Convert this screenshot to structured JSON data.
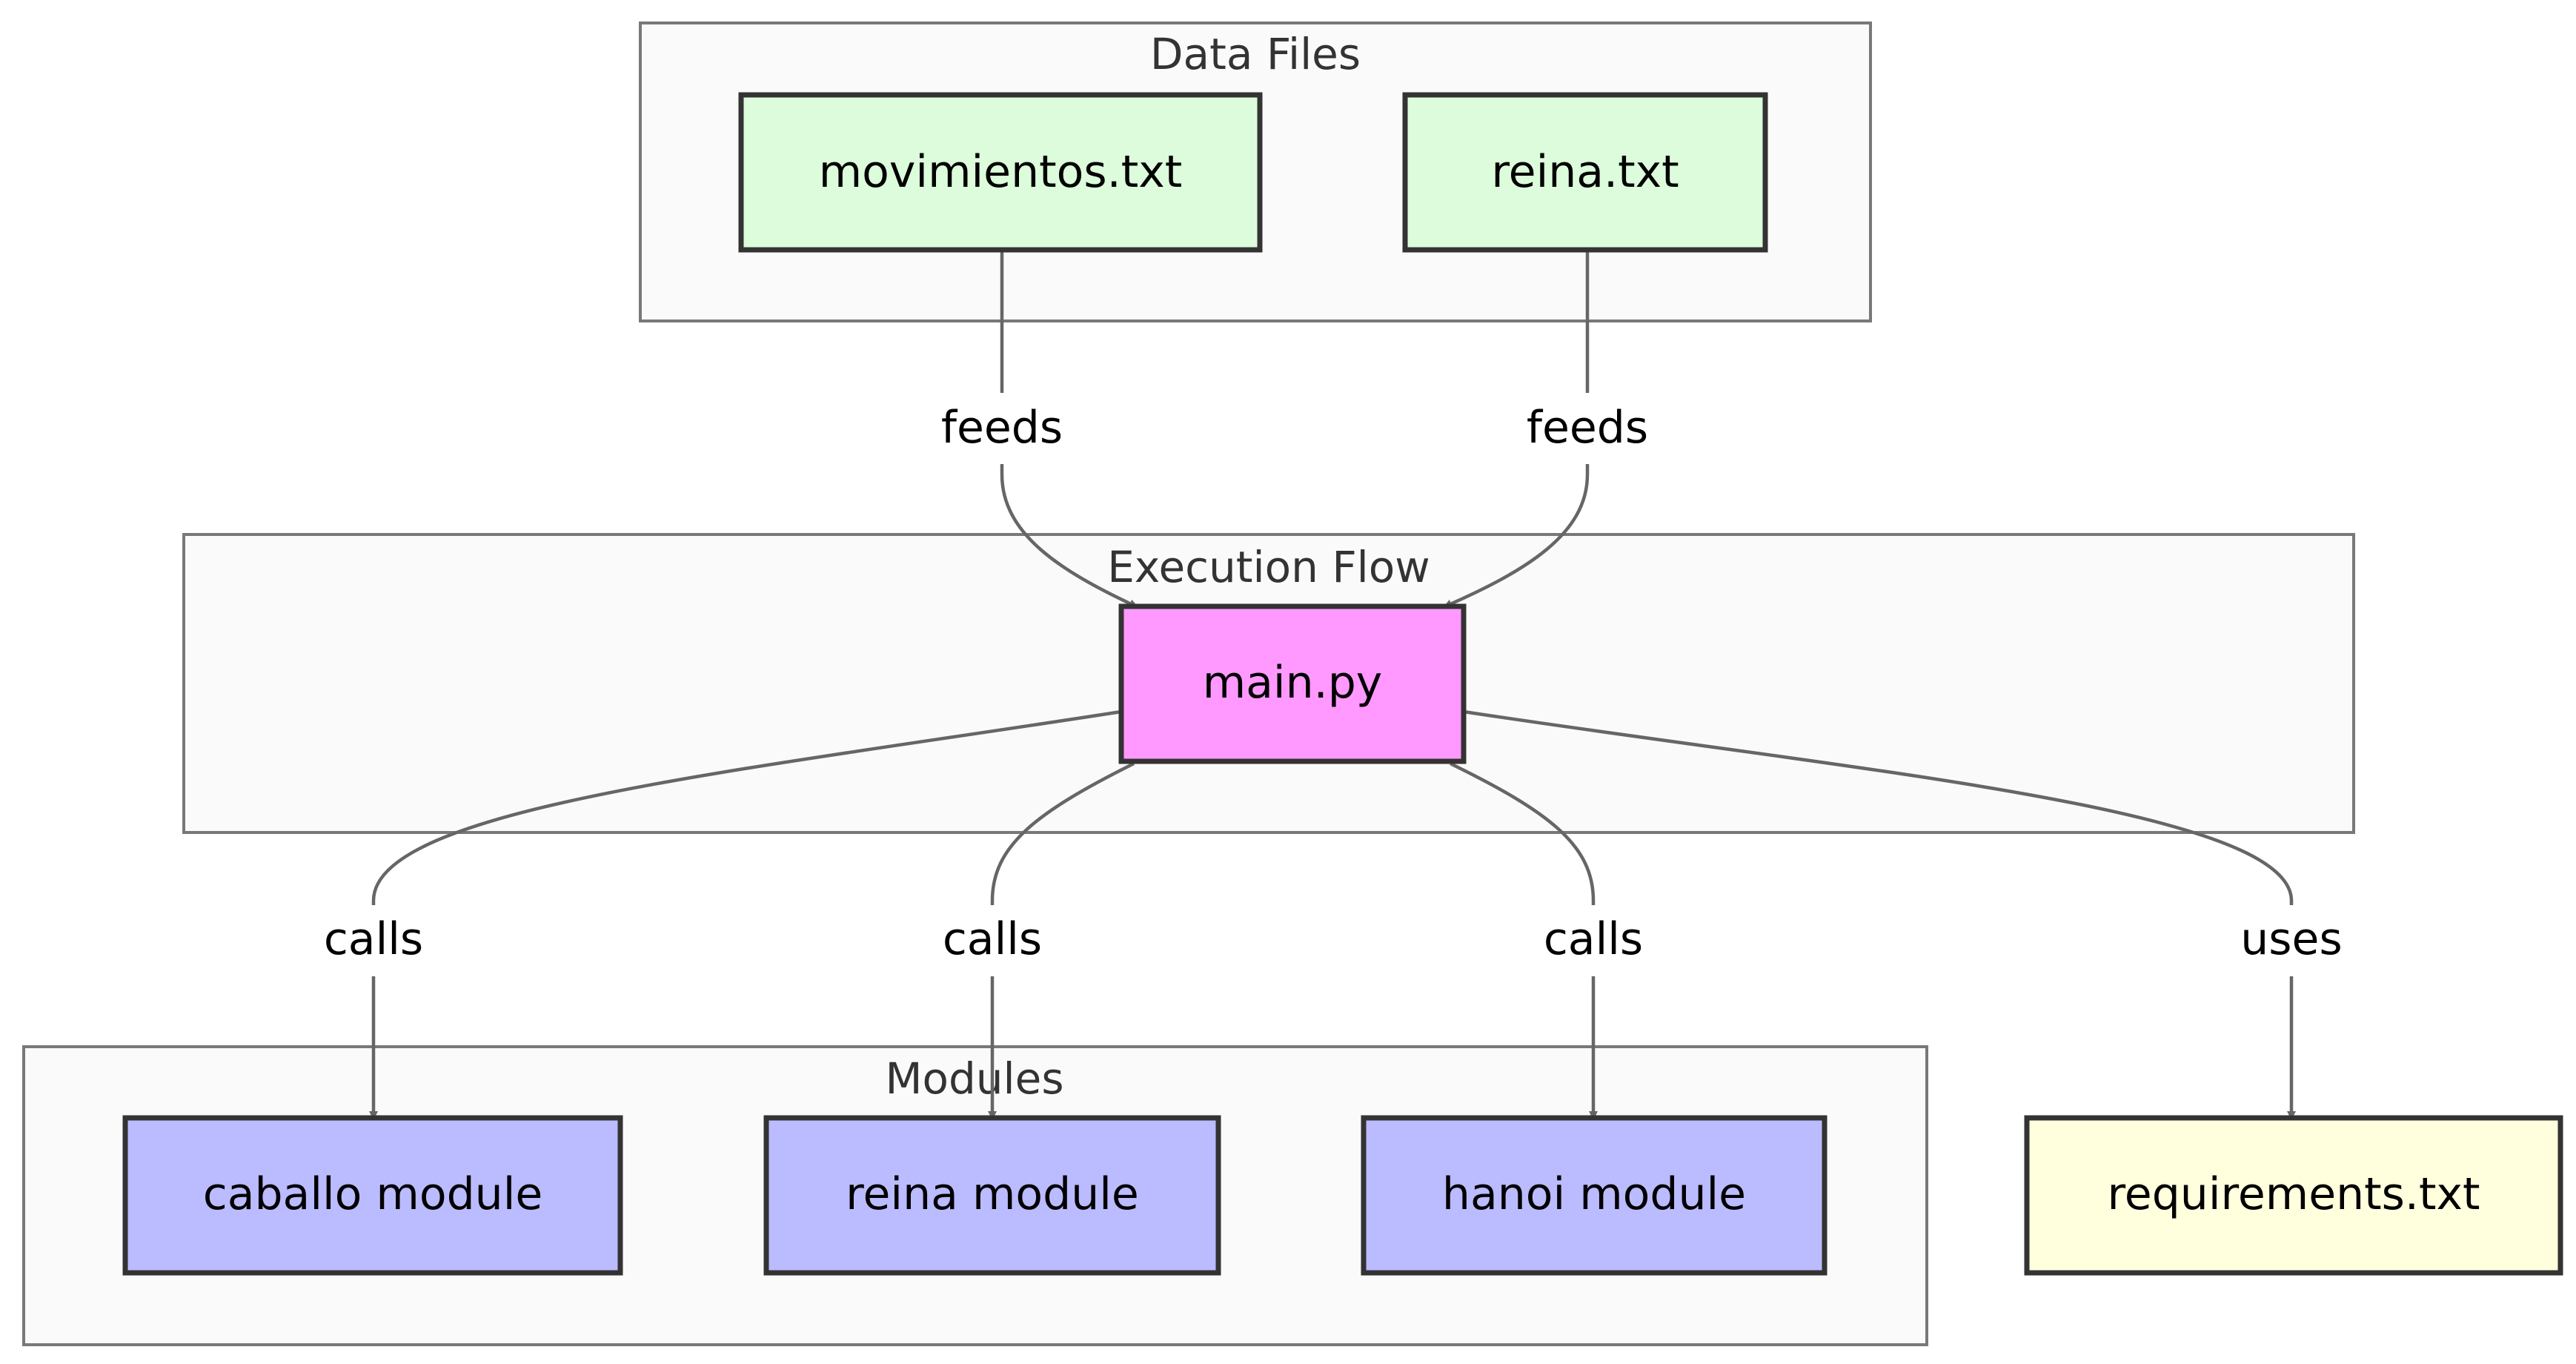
{
  "clusters": {
    "data_files": "Data Files",
    "execution_flow": "Execution Flow",
    "modules": "Modules"
  },
  "nodes": {
    "movimientos": "movimientos.txt",
    "reina_txt": "reina.txt",
    "main_py": "main.py",
    "caballo_module": "caballo module",
    "reina_module": "reina module",
    "hanoi_module": "hanoi module",
    "requirements": "requirements.txt"
  },
  "edges": {
    "movimientos_feeds": "feeds",
    "reina_txt_feeds": "feeds",
    "calls_caballo": "calls",
    "calls_reina": "calls",
    "calls_hanoi": "calls",
    "uses_requirements": "uses"
  },
  "colors": {
    "data_file_fill": "#dcfcdc",
    "main_fill": "#ff99ff",
    "module_fill": "#bbbbff",
    "requirements_fill": "#ffffdd",
    "cluster_fill": "#fafafa",
    "edge": "#666666"
  }
}
